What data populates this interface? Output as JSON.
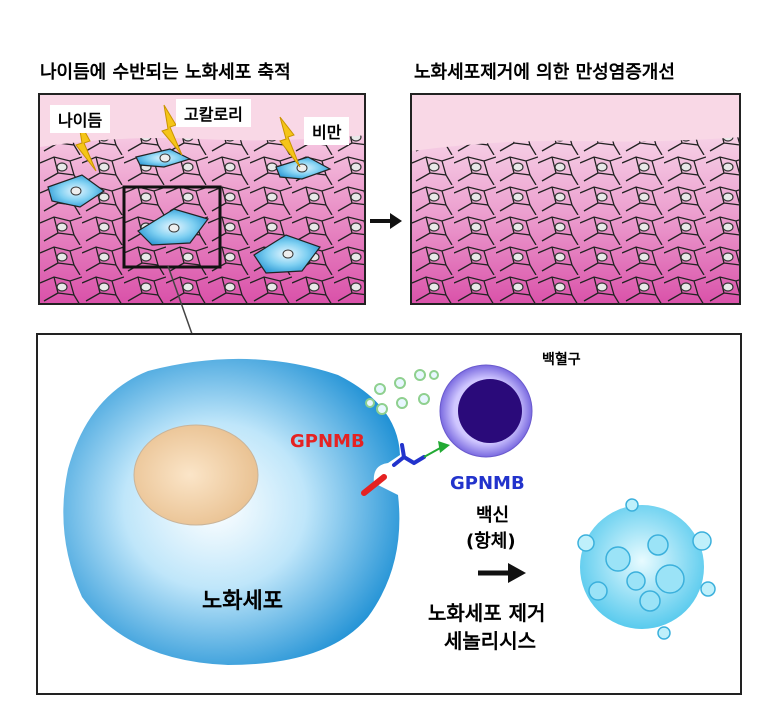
{
  "titles": {
    "left": "나이듬에 수반되는 노화세포 축적",
    "right": "노화세포제거에 의한 만성염증개선"
  },
  "factors": {
    "aging": "나이듬",
    "high_calorie": "고칼로리",
    "obesity": "비만"
  },
  "bottom": {
    "gpnmb_cell": "GPNMB",
    "gpnmb_leukocyte": "GPNMB",
    "leukocyte": "백혈구",
    "vaccine_line1": "백신",
    "vaccine_line2": "(항체)",
    "senescent_cell": "노화세포",
    "removal_line1": "노화세포 제거",
    "removal_line2": "세놀리시스"
  },
  "colors": {
    "tissue_pink": "#e26fb8",
    "tissue_light": "#f8d6ea",
    "sky_pink": "#f9d8e6",
    "senescent_blue": "#3aaee0",
    "gpnmb_red": "#e52222",
    "gpnmb_blue": "#2233cc",
    "lightning": "#f5c518",
    "leukocyte_purple": "#2a0a7a"
  }
}
